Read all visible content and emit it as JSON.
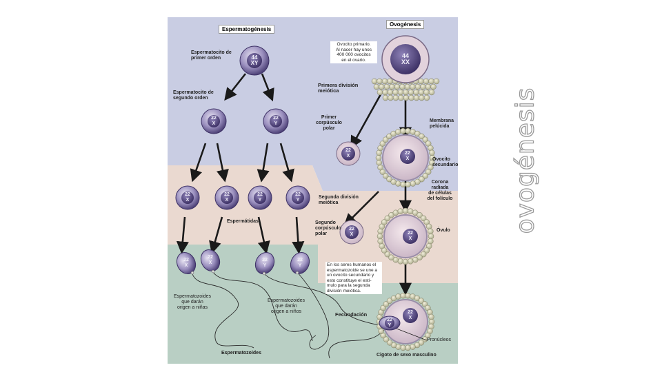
{
  "slide": {
    "side_title": "ovogénesis"
  },
  "figure": {
    "spermato_title": "Espermatogénesis",
    "ovo_title": "Ovogénesis",
    "labels": {
      "primer_orden": "Espermatocito de\nprimer orden",
      "segundo_orden": "Espermatocito de\nsegundo orden",
      "espermatidas": "Espermátidas",
      "espermatozoides_ninas": "Espermatozoides\nque darán\norigen a niñas",
      "espermatozoides_ninos": "Espermatozoides\nque darán\norigen a niños",
      "espermatozoides": "Espermatozoides",
      "ovocito_primario": "Ovocito primario.\nAl nacer hay unos\n400 000 ovocitos\nen el ovario.",
      "primera_division": "Primera división\nmeiótica",
      "primer_corpusculo": "Primer\ncorpúsculo\npolar",
      "membrana_pelucida": "Membrana\npelúcida",
      "ovocito_secundario": "Ovocito\nsecundario",
      "corona_radiada": "Corona radiada\nde células\ndel folículo",
      "segunda_division": "Segunda división\nmeiótica",
      "segundo_corpusculo": "Segundo\ncorpúsculo\npolar",
      "ovulo": "Óvulo",
      "nota_fecundacion": "En los seres humanos el\nespermatozoide se une a\nun ovocito secundario y\nesto constituye el estí-\nmulo para la segunda\ndivisión meiótica.",
      "fecundacion": "Fecundación",
      "pronucleos": "Pronúcleos",
      "cigoto": "Cigoto de sexo masculino"
    },
    "chromosomes": {
      "diploid_male": "44\nXY",
      "diploid_female": "44\nXX",
      "haploid_x": "22\nX",
      "haploid_y": "22\nY"
    },
    "colors": {
      "zone_blue": "#c9cde3",
      "zone_tan": "#ead9d0",
      "zone_green": "#b9cfc4",
      "cell_purple": "#8e84b0",
      "nucleus_purple": "#5b4d86",
      "arrow": "#1a1a1a"
    }
  }
}
